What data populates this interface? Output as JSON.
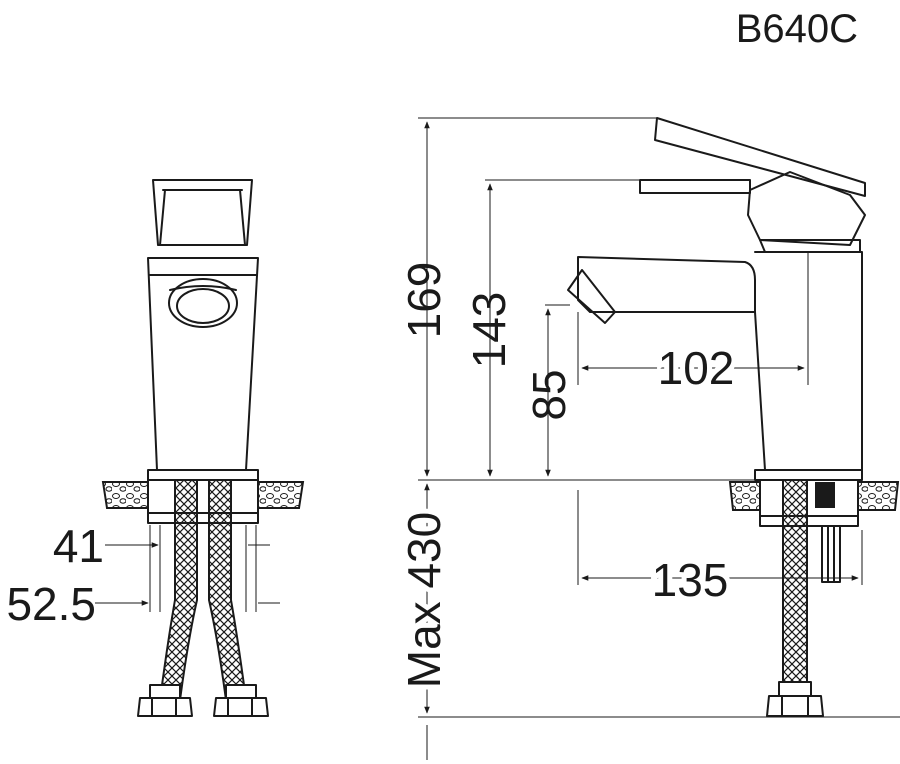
{
  "model": "B640C",
  "dimensions": {
    "total_height": "169",
    "handle_height": "143",
    "spout_height": "85",
    "spout_reach": "102",
    "base_offset": "135",
    "hose_max": "Max 430",
    "stem_width": "41",
    "hose_spacing": "52.5"
  },
  "colors": {
    "line": "#1a1a1a",
    "background": "#ffffff"
  }
}
